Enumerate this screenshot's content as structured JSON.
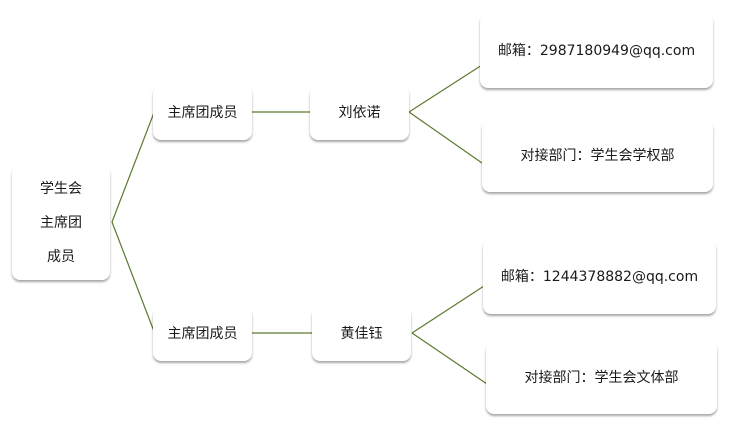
{
  "root": {
    "lines": [
      "学生会",
      "主席团",
      "成员"
    ]
  },
  "branches": [
    {
      "role": "主席团成员",
      "name": "刘依诺",
      "email": "邮箱：2987180949@qq.com",
      "dept": "对接部门：学生会学权部"
    },
    {
      "role": "主席团成员",
      "name": "黄佳钰",
      "email": "邮箱：1244378882@qq.com",
      "dept": "对接部门：学生会文体部"
    }
  ],
  "colors": {
    "connector": "#5b7a2e",
    "box_background": "#ffffff",
    "box_shadow": "#999999"
  }
}
